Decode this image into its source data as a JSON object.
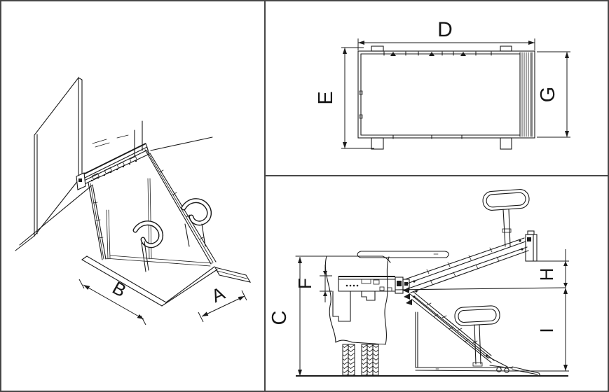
{
  "drawing": {
    "title": "wheelchair-lift-dimension-drawing",
    "colors": {
      "line": "#1b1b1b",
      "border": "#474747",
      "background": "#ffffff"
    },
    "iso": {
      "label_b": "B",
      "label_a": "A"
    },
    "top": {
      "label_d": "D",
      "label_e": "E",
      "label_g": "G"
    },
    "side": {
      "label_c": "C",
      "label_f": "F",
      "label_h": "H",
      "label_i": "I"
    }
  }
}
